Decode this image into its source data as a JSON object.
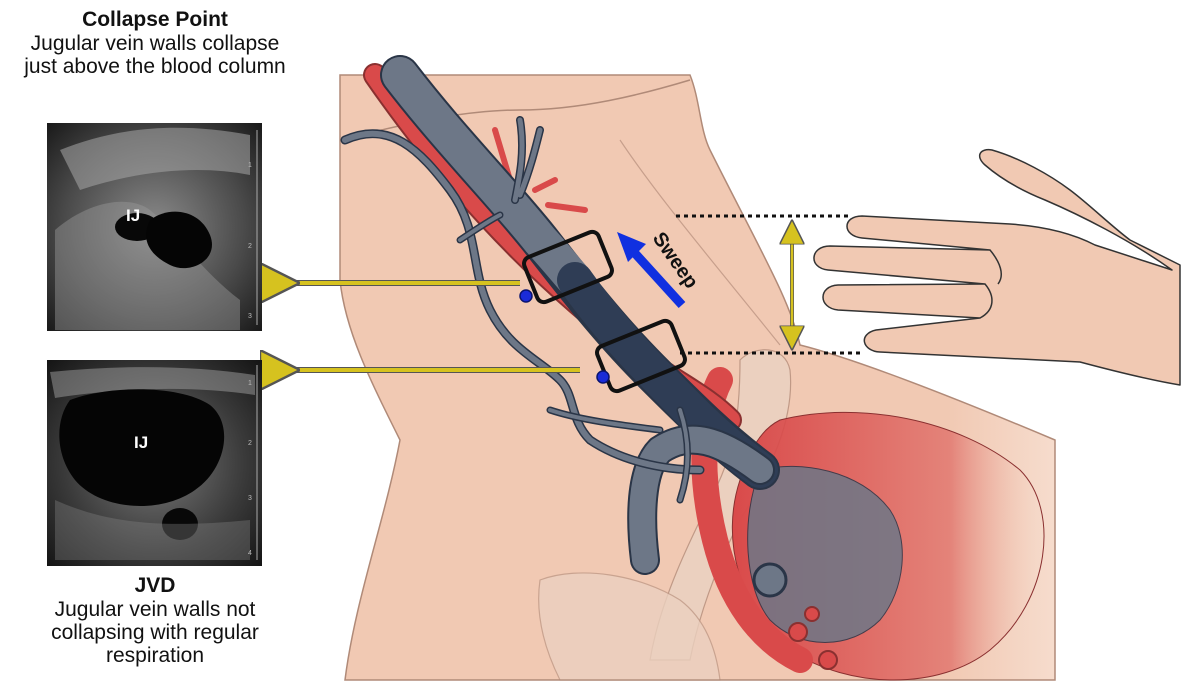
{
  "captions": {
    "top": {
      "title": "Collapse Point",
      "body": "Jugular vein walls collapse just above the blood column"
    },
    "bottom": {
      "title": "JVD",
      "body": "Jugular vein walls not collapsing with regular respiration"
    }
  },
  "ultrasound": {
    "top_label": "IJ",
    "bottom_label": "IJ",
    "top_ticks": [
      "1",
      "2",
      "3"
    ],
    "bottom_ticks": [
      "1",
      "2",
      "3",
      "4"
    ]
  },
  "sweep_label": "Sweep",
  "colors": {
    "skin": "#f1c9b3",
    "skin_outline": "#b08a78",
    "vein": "#6d7787",
    "vein_dark": "#2a3547",
    "artery": "#d94a4a",
    "pointer_arrow": "#d6c21f",
    "sweep_arrow": "#1030e0",
    "probe_dot": "#1a2bd8"
  },
  "icons": [
    "hand-icon",
    "probe-box-icon"
  ]
}
